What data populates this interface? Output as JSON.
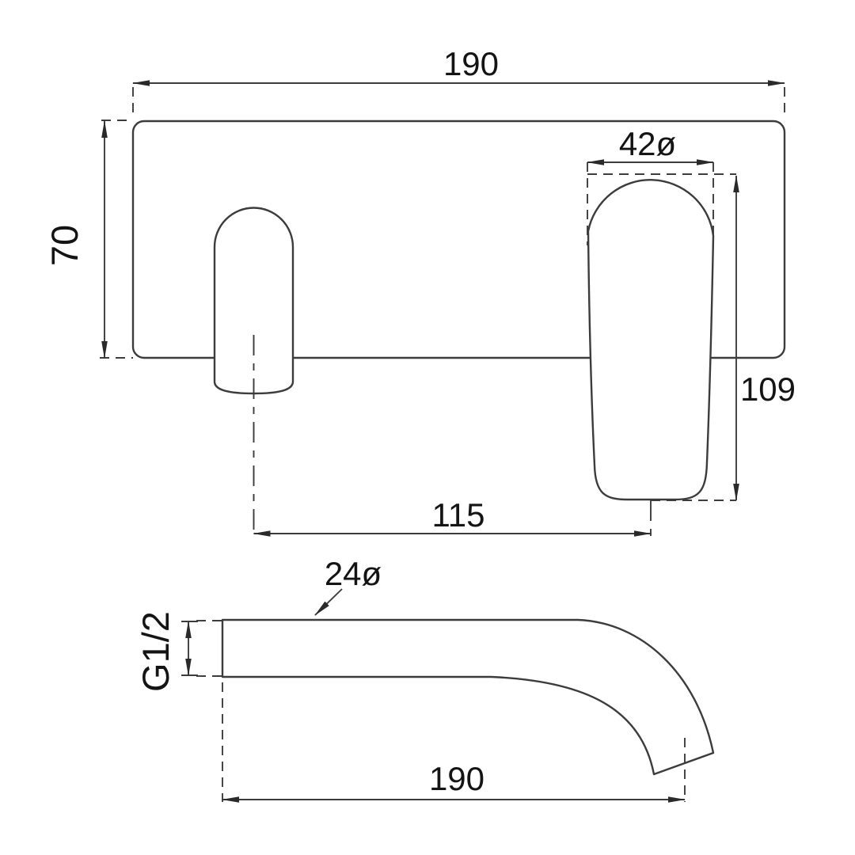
{
  "drawing": {
    "background_color": "#ffffff",
    "line_color": "#3c3c3c",
    "text_color": "#141414",
    "front_view": {
      "plate_width_label": "190",
      "plate_height_label": "70",
      "handle_diameter_label": "42ø",
      "handle_length_label": "109",
      "spout_handle_spacing_label": "115"
    },
    "side_view": {
      "spout_diameter_label": "24ø",
      "thread_label": "G1/2",
      "spout_reach_label": "190"
    }
  }
}
